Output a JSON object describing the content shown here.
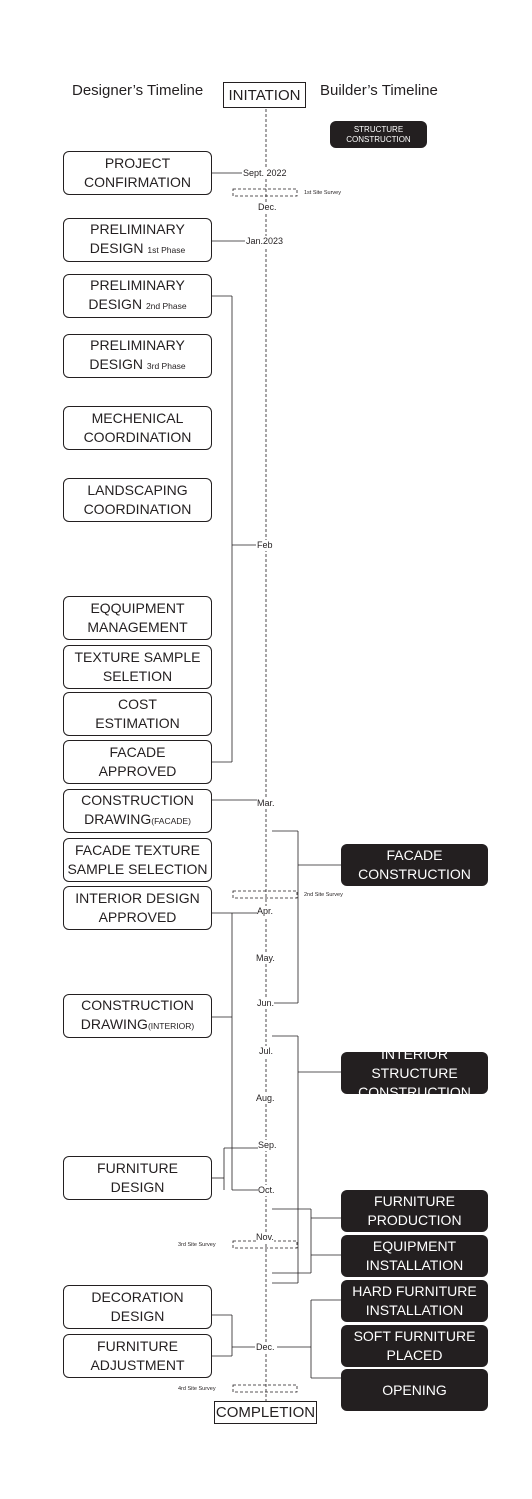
{
  "headers": {
    "designer": "Designer’s Timeline",
    "initiation": "INITATION",
    "builder": "Builder’s Timeline",
    "completion": "COMPLETION"
  },
  "designer_steps": [
    {
      "line1": "PROJECT",
      "line2": "CONFIRMATION",
      "sub": ""
    },
    {
      "line1": "PRELIMINARY",
      "line2": "DESIGN",
      "sub": "1st Phase"
    },
    {
      "line1": "PRELIMINARY",
      "line2": "DESIGN",
      "sub": "2nd Phase"
    },
    {
      "line1": "PRELIMINARY",
      "line2": "DESIGN",
      "sub": "3rd Phase"
    },
    {
      "line1": "MECHENICAL",
      "line2": "COORDINATION",
      "sub": ""
    },
    {
      "line1": "LANDSCAPING",
      "line2": "COORDINATION",
      "sub": ""
    },
    {
      "line1": "EQQUIPMENT",
      "line2": "MANAGEMENT",
      "sub": ""
    },
    {
      "line1": "TEXTURE SAMPLE",
      "line2": "SELETION",
      "sub": ""
    },
    {
      "line1": "COST",
      "line2": "ESTIMATION",
      "sub": ""
    },
    {
      "line1": "FACADE",
      "line2": "APPROVED",
      "sub": ""
    },
    {
      "line1": "CONSTRUCTION",
      "line2": "DRAWING",
      "sub": "(FACADE)"
    },
    {
      "line1": "FACADE TEXTURE",
      "line2": "SAMPLE SELECTION",
      "sub": ""
    },
    {
      "line1": "INTERIOR DESIGN",
      "line2": "APPROVED",
      "sub": ""
    },
    {
      "line1": "CONSTRUCTION",
      "line2": "DRAWING",
      "sub": "(INTERIOR)"
    },
    {
      "line1": "FURNITURE",
      "line2": "DESIGN",
      "sub": ""
    },
    {
      "line1": "DECORATION",
      "line2": "DESIGN",
      "sub": ""
    },
    {
      "line1": "FURNITURE",
      "line2": "ADJUSTMENT",
      "sub": ""
    }
  ],
  "builder_steps": [
    {
      "line1": "STRUCTURE",
      "line2": "CONSTRUCTION"
    },
    {
      "line1": "FACADE",
      "line2": "CONSTRUCTION"
    },
    {
      "line1": "INTERIOR STRUCTURE",
      "line2": "CONSTRUCTION"
    },
    {
      "line1": "FURNITURE",
      "line2": "PRODUCTION"
    },
    {
      "line1": "EQUIPMENT",
      "line2": "INSTALLATION"
    },
    {
      "line1": "HARD FURNITURE",
      "line2": "INSTALLATION"
    },
    {
      "line1": "SOFT FURNITURE",
      "line2": "PLACED"
    },
    {
      "line1": "OPENING",
      "line2": ""
    }
  ],
  "timeline_ticks": [
    "Sept. 2022",
    "Dec.",
    "Jan.2023",
    "Feb",
    "Mar.",
    "Apr.",
    "May.",
    "Jun.",
    "Jul.",
    "Aug.",
    "Sep.",
    "Oct.",
    "Nov.",
    "Dec."
  ],
  "site_surveys": [
    "1st Site Survey",
    "2nd Site Survey",
    "3rd Site Survey",
    "4rd Site Survey"
  ],
  "colors": {
    "ink": "#231f20",
    "dark_box": "#231f20",
    "background": "#ffffff"
  }
}
